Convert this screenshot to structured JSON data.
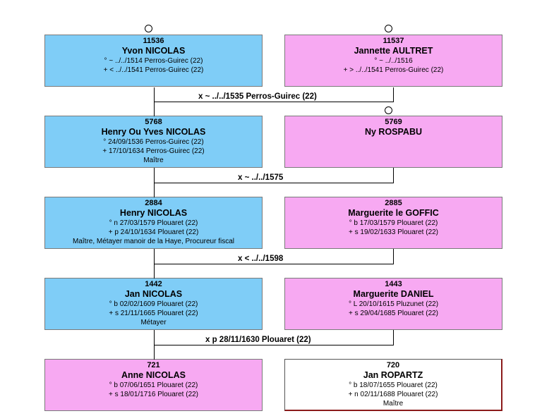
{
  "generations": [
    {
      "husband": {
        "num": "11536",
        "name": "Yvon NICOLAS",
        "lines": [
          "° ~ ../../1514 Perros-Guirec (22)",
          "+ < ../../1541 Perros-Guirec (22)"
        ],
        "color": "male"
      },
      "wife": {
        "num": "11537",
        "name": "Jannette AULTRET",
        "lines": [
          "° ~ ../../1516",
          "+ > ../../1541 Perros-Guirec (22)"
        ],
        "color": "female"
      },
      "marriage": "x ~ ../../1535 Perros-Guirec (22)"
    },
    {
      "husband": {
        "num": "5768",
        "name": "Henry Ou Yves NICOLAS",
        "lines": [
          "° 24/09/1536 Perros-Guirec (22)",
          "+ 17/10/1634 Perros-Guirec (22)",
          "Maître"
        ],
        "color": "male"
      },
      "wife": {
        "num": "5769",
        "name": "Ny ROSPABU",
        "lines": [],
        "color": "female"
      },
      "marriage": "x ~ ../../1575"
    },
    {
      "husband": {
        "num": "2884",
        "name": "Henry NICOLAS",
        "lines": [
          "° n 27/03/1579 Plouaret (22)",
          "+ p 24/10/1634 Plouaret (22)",
          "Maître, Métayer manoir de la Haye, Procureur fiscal"
        ],
        "color": "male"
      },
      "wife": {
        "num": "2885",
        "name": "Marguerite le GOFFIC",
        "lines": [
          "° b 17/03/1579 Plouaret (22)",
          "+ s 19/02/1633 Plouaret (22)"
        ],
        "color": "female"
      },
      "marriage": "x < ../../1598"
    },
    {
      "husband": {
        "num": "1442",
        "name": "Jan NICOLAS",
        "lines": [
          "° b 02/02/1609 Plouaret (22)",
          "+ s 21/11/1665 Plouaret (22)",
          "Métayer"
        ],
        "color": "male"
      },
      "wife": {
        "num": "1443",
        "name": "Marguerite DANIEL",
        "lines": [
          "° L 20/10/1615 Pluzunet (22)",
          "+ s 29/04/1685 Plouaret (22)"
        ],
        "color": "female"
      },
      "marriage": "x p 28/11/1630 Plouaret (22)"
    },
    {
      "husband": {
        "num": "721",
        "name": "Anne NICOLAS",
        "lines": [
          "° b 07/06/1651 Plouaret (22)",
          "+ s 18/01/1716 Plouaret (22)"
        ],
        "color": "female"
      },
      "wife": {
        "num": "720",
        "name": "Jan ROPARTZ",
        "lines": [
          "° b 18/07/1655 Plouaret (22)",
          "+ n 02/11/1688 Plouaret (22)",
          "Maître"
        ],
        "color": "white"
      }
    }
  ]
}
